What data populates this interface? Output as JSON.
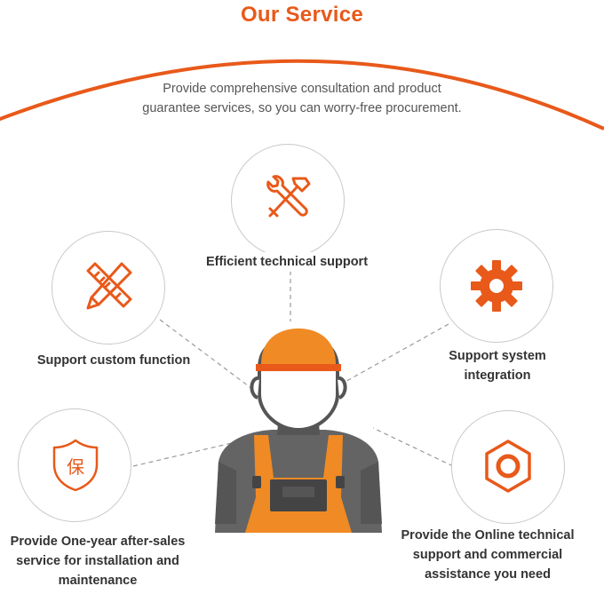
{
  "header": {
    "title": "Our Service",
    "subtitle_line1": "Provide comprehensive consultation and product",
    "subtitle_line2": "guarantee services, so you can worry-free procurement."
  },
  "services": [
    {
      "label_lines": [
        "Efficient technical support"
      ],
      "icon": "wrench-hammer-icon"
    },
    {
      "label_lines": [
        "Support custom function"
      ],
      "icon": "ruler-pencil-icon"
    },
    {
      "label_lines": [
        "Support system",
        "integration"
      ],
      "icon": "gear-icon"
    },
    {
      "label_lines": [
        "Provide One-year after-sales",
        "service for installation and",
        "maintenance"
      ],
      "icon": "shield-guarantee-icon",
      "icon_text": "保"
    },
    {
      "label_lines": [
        "Provide the Online technical",
        "support and commercial",
        "assistance you need"
      ],
      "icon": "hex-nut-icon"
    }
  ],
  "colors": {
    "accent": "#e8591a",
    "text": "#333333",
    "subtext": "#555555",
    "worker_gray": "#646464",
    "worker_dark": "#444444",
    "worker_orange": "#f08a24"
  }
}
